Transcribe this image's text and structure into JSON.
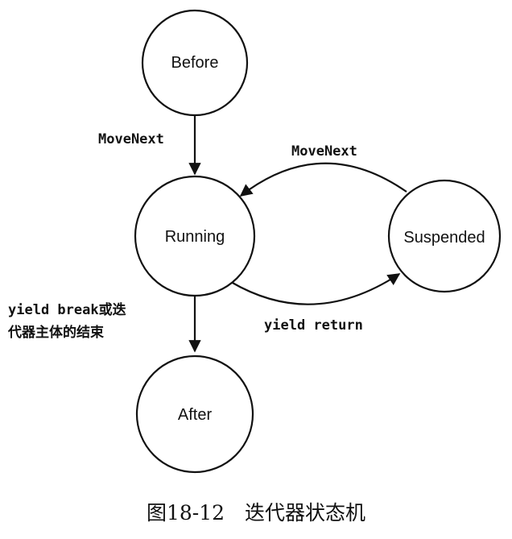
{
  "states": {
    "before": "Before",
    "running": "Running",
    "suspended": "Suspended",
    "after": "After"
  },
  "transitions": {
    "before_to_running": "MoveNext",
    "suspended_to_running": "MoveNext",
    "running_to_suspended": "yield return",
    "running_to_after_line1": "yield break或迭",
    "running_to_after_line2": "代器主体的结束"
  },
  "caption": "图18-12　迭代器状态机",
  "colors": {
    "stroke": "#111111",
    "background": "#ffffff"
  }
}
